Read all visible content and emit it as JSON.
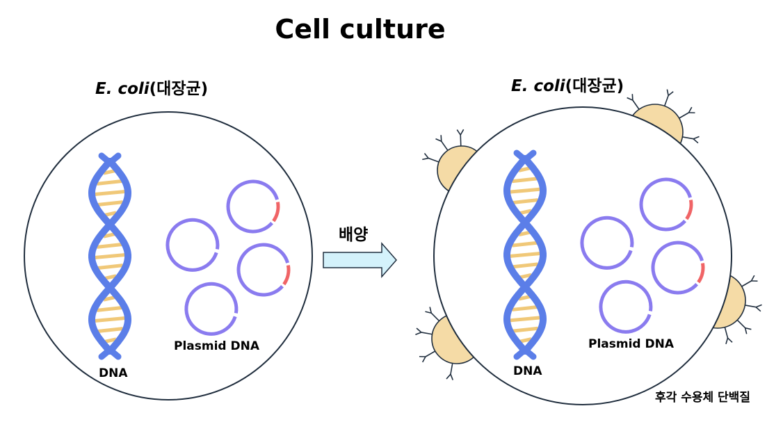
{
  "title": "Cell culture",
  "left_cell": {
    "organism_italic": "E. coli",
    "organism_korean": "(대장균)",
    "dna_label": "DNA",
    "plasmid_label": "Plasmid DNA"
  },
  "arrow": {
    "label": "배양"
  },
  "right_cell": {
    "organism_italic": "E. coli",
    "organism_korean": "(대장균)",
    "dna_label": "DNA",
    "plasmid_label": "Plasmid DNA",
    "receptor_label": "후각 수용체 단백질"
  },
  "colors": {
    "cell_outline": "#1f2d3d",
    "dna_strand": "#5b7ee8",
    "dna_rung": "#f0c878",
    "plasmid": "#8a7bef",
    "plasmid_insert": "#f06466",
    "arrow_fill": "#d4f2fb",
    "receptor_fill": "#f5dba6"
  }
}
